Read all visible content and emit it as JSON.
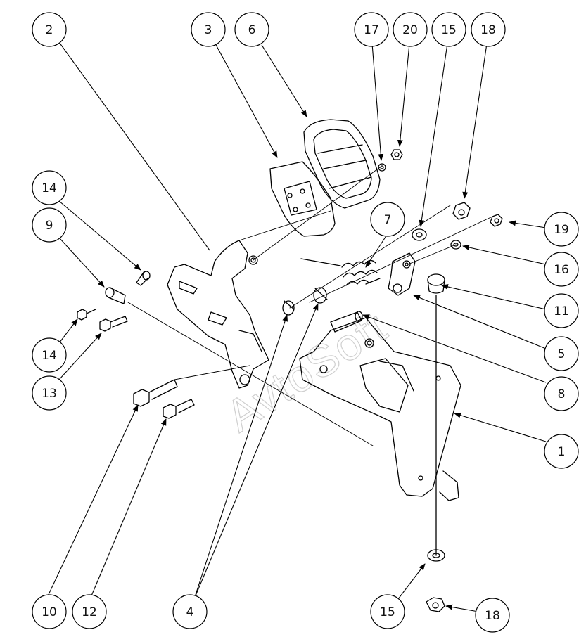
{
  "watermark": "AvtoSoft",
  "callouts": [
    {
      "id": "c2",
      "label": "2"
    },
    {
      "id": "c3",
      "label": "3"
    },
    {
      "id": "c6",
      "label": "6"
    },
    {
      "id": "c17",
      "label": "17"
    },
    {
      "id": "c20",
      "label": "20"
    },
    {
      "id": "c15a",
      "label": "15"
    },
    {
      "id": "c18a",
      "label": "18"
    },
    {
      "id": "c14a",
      "label": "14"
    },
    {
      "id": "c9",
      "label": "9"
    },
    {
      "id": "c7",
      "label": "7"
    },
    {
      "id": "c19",
      "label": "19"
    },
    {
      "id": "c16",
      "label": "16"
    },
    {
      "id": "c11",
      "label": "11"
    },
    {
      "id": "c14b",
      "label": "14"
    },
    {
      "id": "c5",
      "label": "5"
    },
    {
      "id": "c13",
      "label": "13"
    },
    {
      "id": "c8",
      "label": "8"
    },
    {
      "id": "c1",
      "label": "1"
    },
    {
      "id": "c10",
      "label": "10"
    },
    {
      "id": "c12",
      "label": "12"
    },
    {
      "id": "c4",
      "label": "4"
    },
    {
      "id": "c15b",
      "label": "15"
    },
    {
      "id": "c18b",
      "label": "18"
    }
  ]
}
